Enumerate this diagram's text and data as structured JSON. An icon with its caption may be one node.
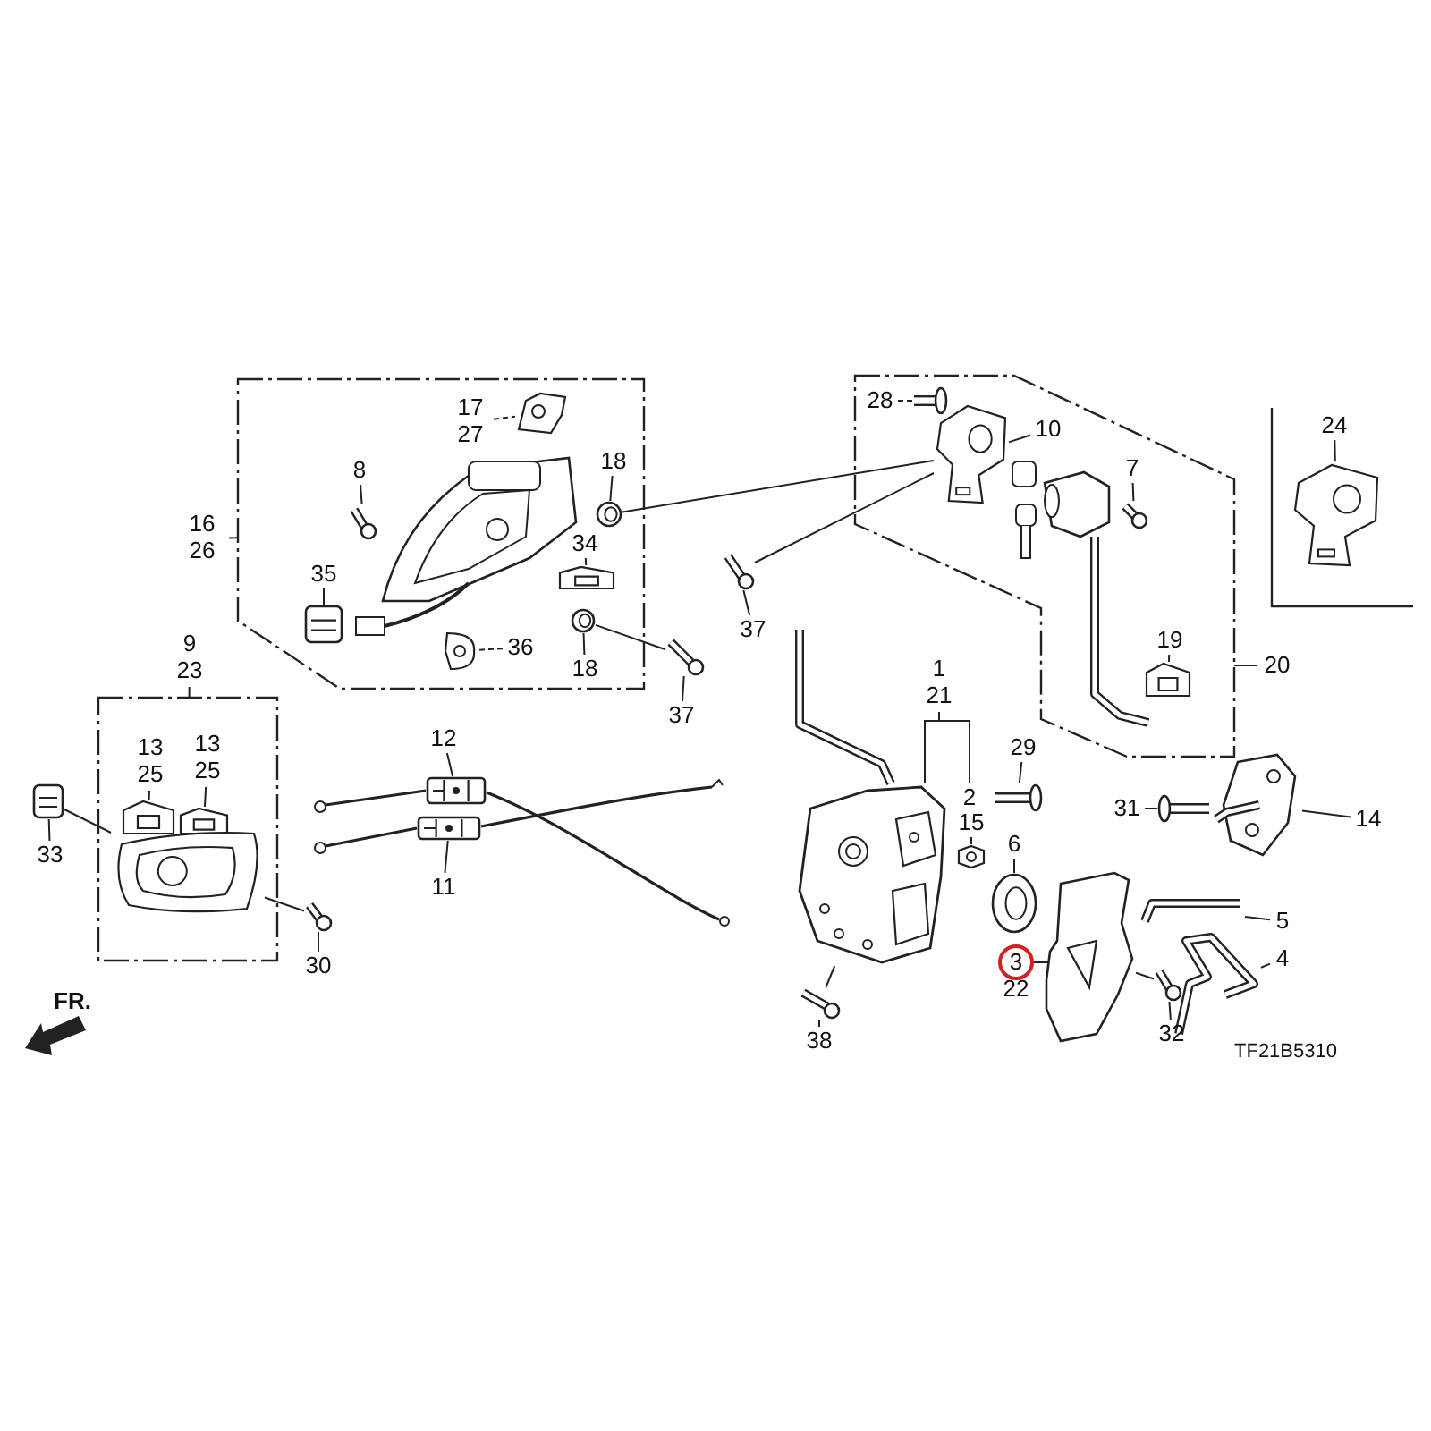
{
  "diagram": {
    "nodes": [
      {
        "text": [],
        "shape": "box"
      },
      {
        "text": [
          "16",
          "26"
        ]
      },
      {
        "text": [
          "17",
          "27"
        ],
        "in": 0
      },
      {
        "text": [],
        "shape": "picture",
        "in": 0
      },
      {
        "text": [
          "8"
        ],
        "in": 0
      },
      {
        "text": [],
        "shape": "picture",
        "in": 0
      },
      {
        "text": [
          "18"
        ],
        "in": 0
      },
      {
        "text": [],
        "shape": "picture",
        "in": 0
      },
      {
        "text": [
          "34"
        ],
        "in": 0
      },
      {
        "text": [],
        "shape": "picture",
        "in": 0
      },
      {
        "text": [
          "35"
        ],
        "in": 0
      },
      {
        "text": [],
        "shape": "picture",
        "in": 0
      },
      {
        "text": [
          "36"
        ],
        "in": 0
      },
      {
        "text": [],
        "shape": "picture",
        "in": 0
      },
      {
        "text": [
          "18"
        ],
        "in": 0
      },
      {
        "text": [],
        "shape": "picture",
        "in": 0
      },
      {
        "text": [],
        "shape": "picture"
      },
      {
        "text": [
          "37"
        ]
      },
      {
        "text": [],
        "shape": "box"
      },
      {
        "text": [
          "9",
          "23"
        ]
      },
      {
        "text": [
          "13",
          "25"
        ],
        "in": 18
      },
      {
        "text": [],
        "shape": "picture",
        "in": 18
      },
      {
        "text": [
          "13",
          "25"
        ],
        "in": 18
      },
      {
        "text": [],
        "shape": "picture",
        "in": 18
      },
      {
        "text": [],
        "shape": "picture",
        "in": 18
      },
      {
        "text": [],
        "shape": "picture"
      },
      {
        "text": [
          "33"
        ]
      },
      {
        "text": [],
        "shape": "picture"
      },
      {
        "text": [
          "30"
        ]
      },
      {
        "text": [
          "12"
        ]
      },
      {
        "text": [],
        "shape": "picture"
      },
      {
        "text": [],
        "shape": "picture"
      },
      {
        "text": [
          "11"
        ]
      },
      {
        "text": [],
        "shape": "box"
      },
      {
        "text": [
          "28"
        ],
        "in": 33
      },
      {
        "text": [],
        "shape": "picture",
        "in": 33
      },
      {
        "text": [
          "10"
        ],
        "in": 33
      },
      {
        "text": [],
        "shape": "picture",
        "in": 33
      },
      {
        "text": [
          "7"
        ],
        "in": 33
      },
      {
        "text": [],
        "shape": "picture",
        "in": 33
      },
      {
        "text": [
          "19"
        ],
        "in": 33
      },
      {
        "text": [],
        "shape": "picture",
        "in": 33
      },
      {
        "text": [
          "20"
        ]
      },
      {
        "text": [],
        "shape": "picture"
      },
      {
        "text": [
          "37"
        ]
      },
      {
        "text": [],
        "shape": "box"
      },
      {
        "text": [
          "24"
        ],
        "in": 45
      },
      {
        "text": [],
        "shape": "picture",
        "in": 45
      },
      {
        "text": [
          "1",
          "21"
        ]
      },
      {
        "text": [],
        "shape": "picture"
      },
      {
        "text": [
          "2"
        ]
      },
      {
        "text": [
          "15"
        ]
      },
      {
        "text": [],
        "shape": "picture"
      },
      {
        "text": [
          "29"
        ]
      },
      {
        "text": [],
        "shape": "picture"
      },
      {
        "text": [
          "38"
        ]
      },
      {
        "text": [],
        "shape": "picture"
      },
      {
        "text": [
          "6"
        ]
      },
      {
        "text": [],
        "shape": "picture"
      },
      {
        "text": [
          "3",
          "22"
        ]
      },
      {
        "text": [],
        "shape": "picture"
      },
      {
        "text": [
          "32"
        ]
      },
      {
        "text": [],
        "shape": "picture"
      },
      {
        "text": [
          "31"
        ]
      },
      {
        "text": [],
        "shape": "picture"
      },
      {
        "text": [],
        "shape": "picture"
      },
      {
        "text": [
          "14"
        ]
      },
      {
        "text": [],
        "shape": "picture"
      },
      {
        "text": [
          "5"
        ]
      },
      {
        "text": [],
        "shape": "picture"
      },
      {
        "text": [
          "4"
        ]
      }
    ],
    "edges": [
      {
        "from": 1,
        "to": 0,
        "arrow": "none"
      },
      {
        "from": 2,
        "to": 3,
        "arrow": "none",
        "style": "dashed"
      },
      {
        "from": 4,
        "to": 5,
        "arrow": "none"
      },
      {
        "from": 6,
        "to": 7,
        "arrow": "none"
      },
      {
        "from": 8,
        "to": 9,
        "arrow": "none"
      },
      {
        "from": 10,
        "to": 11,
        "arrow": "none"
      },
      {
        "from": 12,
        "to": 13,
        "arrow": "none",
        "style": "dashed"
      },
      {
        "from": 14,
        "to": 15,
        "arrow": "none"
      },
      {
        "from": 15,
        "to": 16,
        "arrow": "none"
      },
      {
        "from": 17,
        "to": 16,
        "arrow": "none"
      },
      {
        "from": 19,
        "to": 18,
        "arrow": "none"
      },
      {
        "from": 20,
        "to": 21,
        "arrow": "none"
      },
      {
        "from": 22,
        "to": 23,
        "arrow": "none"
      },
      {
        "from": 25,
        "to": 24,
        "arrow": "none"
      },
      {
        "from": 26,
        "to": 25,
        "arrow": "none"
      },
      {
        "from": 24,
        "to": 27,
        "arrow": "none"
      },
      {
        "from": 28,
        "to": 27,
        "arrow": "none"
      },
      {
        "from": 29,
        "to": 30,
        "arrow": "none"
      },
      {
        "from": 32,
        "to": 31,
        "arrow": "none"
      },
      {
        "from": 34,
        "to": 35,
        "arrow": "none",
        "style": "dashed"
      },
      {
        "from": 36,
        "to": 37,
        "arrow": "none"
      },
      {
        "from": 38,
        "to": 39,
        "arrow": "none"
      },
      {
        "from": 40,
        "to": 41,
        "arrow": "none"
      },
      {
        "from": 42,
        "to": 33,
        "arrow": "none"
      },
      {
        "from": 37,
        "to": 7,
        "arrow": "none"
      },
      {
        "from": 37,
        "to": 43,
        "arrow": "none"
      },
      {
        "from": 44,
        "to": 43,
        "arrow": "none"
      },
      {
        "from": 46,
        "to": 47,
        "arrow": "none"
      },
      {
        "from": 48,
        "to": 49,
        "arrow": "none"
      },
      {
        "from": 48,
        "to": 50,
        "arrow": "none"
      },
      {
        "from": 51,
        "to": 52,
        "arrow": "none"
      },
      {
        "from": 53,
        "to": 54,
        "arrow": "none"
      },
      {
        "from": 55,
        "to": 56,
        "arrow": "none"
      },
      {
        "from": 56,
        "to": 49,
        "arrow": "none"
      },
      {
        "from": 57,
        "to": 58,
        "arrow": "none"
      },
      {
        "from": 59,
        "to": 60,
        "arrow": "none"
      },
      {
        "from": 61,
        "to": 62,
        "arrow": "none"
      },
      {
        "from": 62,
        "to": 60,
        "arrow": "none"
      },
      {
        "from": 63,
        "to": 64,
        "arrow": "none"
      },
      {
        "from": 66,
        "to": 65,
        "arrow": "none"
      },
      {
        "from": 68,
        "to": 67,
        "arrow": "none"
      },
      {
        "from": 70,
        "to": 69,
        "arrow": "none"
      }
    ],
    "labels": [
      "FR.",
      "TF21B5310"
    ]
  }
}
